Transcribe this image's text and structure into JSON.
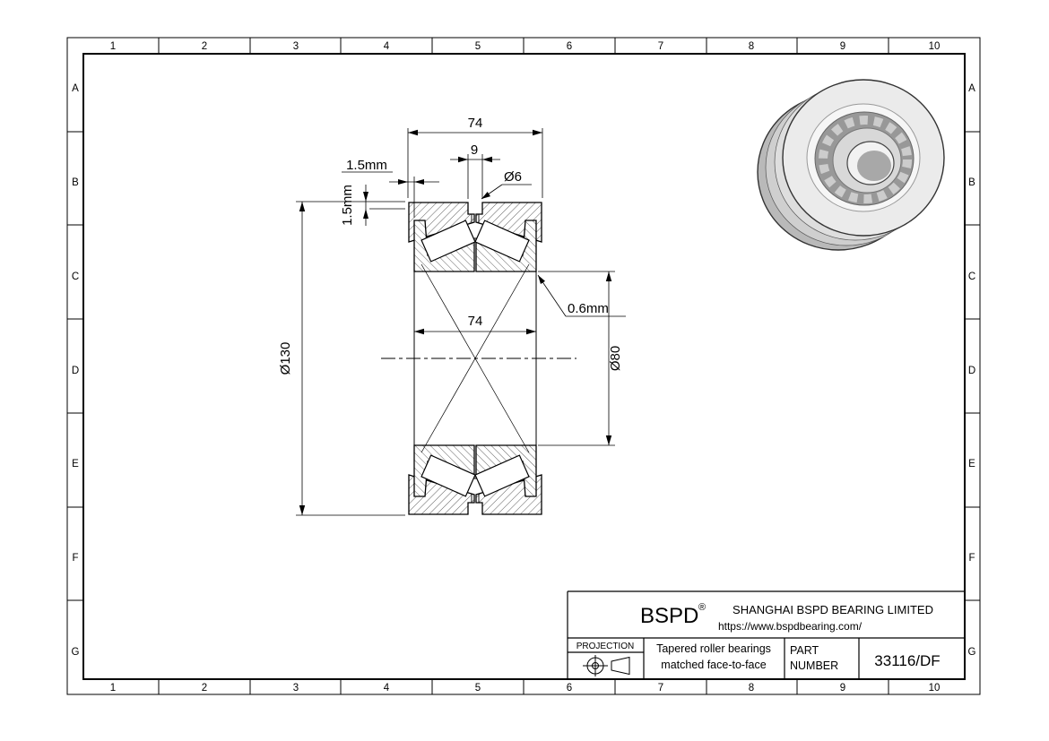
{
  "frame": {
    "columns": [
      "1",
      "2",
      "3",
      "4",
      "5",
      "6",
      "7",
      "8",
      "9",
      "10"
    ],
    "rows": [
      "A",
      "B",
      "C",
      "D",
      "E",
      "F",
      "G"
    ]
  },
  "drawing": {
    "dim_overall_width": "74",
    "dim_groove_width": "9",
    "dim_hole_diameter": "Ø6",
    "dim_offset_horizontal": "1.5mm",
    "dim_offset_vertical": "1.5mm",
    "dim_outer_diameter": "Ø130",
    "dim_inner_width": "74",
    "dim_gap": "0.6mm",
    "dim_bore_diameter": "Ø80"
  },
  "title_block": {
    "brand": "BSPD",
    "registered_mark": "®",
    "company_name": "SHANGHAI BSPD BEARING LIMITED",
    "website": "https://www.bspdbearing.com/",
    "projection_label": "PROJECTION",
    "description_line1": "Tapered roller bearings",
    "description_line2": "matched  face-to-face",
    "part_number_label_line1": "PART",
    "part_number_label_line2": "NUMBER",
    "part_number": "33116/DF"
  }
}
